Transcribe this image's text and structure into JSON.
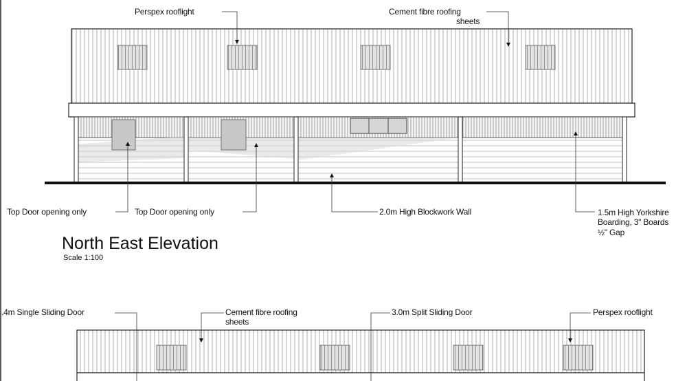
{
  "drawing": {
    "north_east": {
      "title": "North East Elevation",
      "scale": "Scale 1:100",
      "labels": {
        "perspex": "Perspex rooflight",
        "cement_l1": "Cement fibre roofing",
        "cement_l2": "sheets",
        "top_door_1": "Top Door opening only",
        "top_door_2": "Top Door opening only",
        "blockwork": "2.0m High Blockwork Wall",
        "yorkshire_l1": "1.5m High Yorkshire",
        "yorkshire_l2": "Boarding, 3\" Boards",
        "yorkshire_l3": "½\" Gap"
      }
    },
    "second": {
      "labels": {
        "single_door": ".4m Single Sliding Door",
        "cement_l1": "Cement fibre roofing",
        "cement_l2": "sheets",
        "split_door": "3.0m Split Sliding Door",
        "perspex": "Perspex rooflight"
      }
    }
  }
}
